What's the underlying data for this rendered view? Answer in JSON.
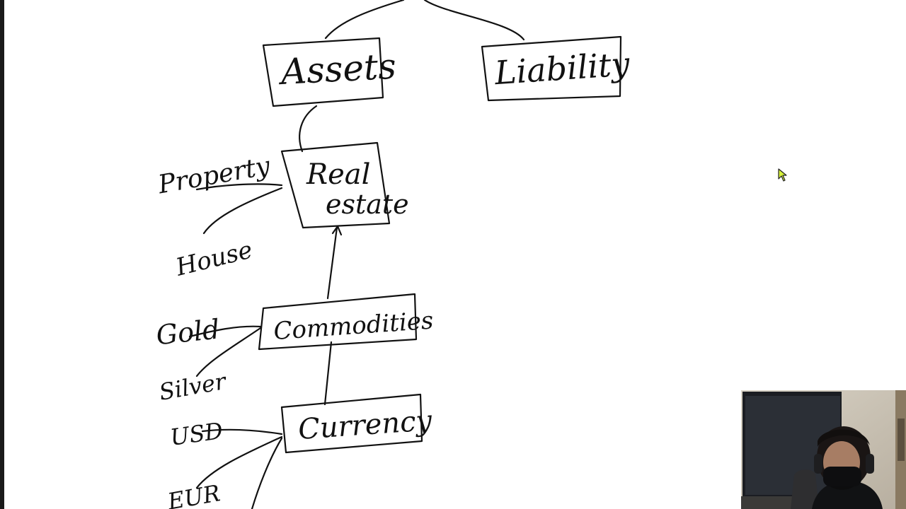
{
  "diagram": {
    "nodes": {
      "assets": "Assets",
      "liability": "Liability",
      "real_estate_line1": "Real",
      "real_estate_line2": "estate",
      "commodities": "Commodities",
      "currency": "Currency"
    },
    "leaves": {
      "property": "Property",
      "house": "House",
      "gold": "Gold",
      "silver": "Silver",
      "usd": "USD",
      "eur": "EUR"
    }
  },
  "colors": {
    "ink": "#111111",
    "cursor_fill": "#d7f23b",
    "background": "#ffffff"
  },
  "webcam": {
    "description_icon": "presenter-webcam"
  }
}
